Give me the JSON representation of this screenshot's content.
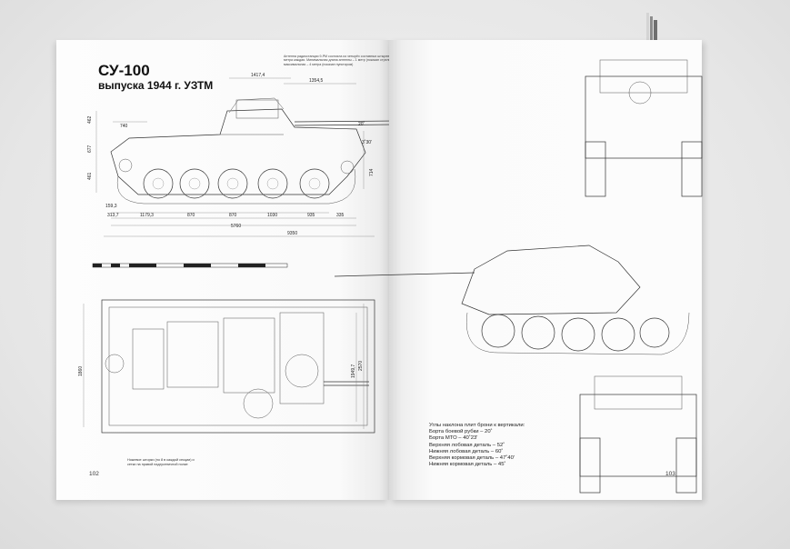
{
  "left_page": {
    "title": "СУ-100",
    "subtitle": "выпуска 1944 г. УЗТМ",
    "page_number": "102",
    "note_top": "Антенна радиостанции 9-РМ состояла из четырёх составных штыревых 1 метра каждая. Минимальная длина антенны – 1 метр (показан стрелкой), максимальная – 4 метра (показан пунктиром)",
    "caption_bottom": "Ножевое шторки (по 8 в каждой секции) и сетки на правой надгусеничной полке",
    "dimensions": {
      "d1417": "1417,4",
      "d1354": "1354,5",
      "d462": "462",
      "d740": "740",
      "d677": "677",
      "d461": "461",
      "d20": "20˚",
      "d3_30": "3˚30'",
      "d714": "714",
      "d159": "159,3",
      "d313": "313,7",
      "d1179": "1179,3",
      "d870a": "870",
      "d870b": "870",
      "d1030": "1030",
      "d935": "935",
      "d335": "335",
      "d5760": "5760",
      "d9350": "9350",
      "d1860": "1860",
      "d1949": "1949,7",
      "d2570": "2570"
    }
  },
  "right_page": {
    "page_number": "103",
    "angles_title": "Углы наклона плит брони к вертикали:",
    "angles": [
      "Борта боевой рубки – 20˚",
      "Борта МТО – 40˚23'",
      "Верхняя лобовая деталь – 52˚",
      "Нижняя лобовая деталь – 60˚",
      "Верхняя кормовая деталь – 47˚40'",
      "Нижняя кормовая деталь – 45˚"
    ]
  }
}
